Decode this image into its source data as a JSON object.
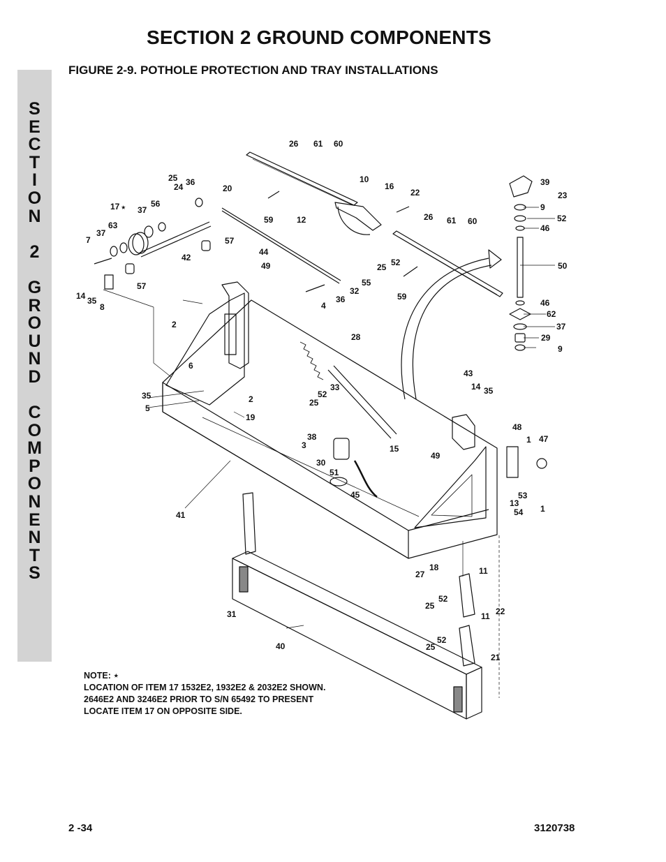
{
  "header": {
    "section_title": "SECTION 2   GROUND COMPONENTS",
    "figure_title": "FIGURE 2-9.   POTHOLE PROTECTION AND TRAY INSTALLATIONS"
  },
  "side_tab": {
    "lines": [
      "S",
      "E",
      "C",
      "T",
      "I",
      "O",
      "N",
      "",
      "2",
      "",
      "G",
      "R",
      "O",
      "U",
      "N",
      "D",
      "",
      "C",
      "O",
      "M",
      "P",
      "O",
      "N",
      "E",
      "N",
      "T",
      "S"
    ]
  },
  "callouts": [
    "26",
    "61",
    "60",
    "25",
    "36",
    "24",
    "20",
    "10",
    "16",
    "22",
    "17",
    "37",
    "56",
    "59",
    "12",
    "26",
    "61",
    "60",
    "39",
    "23",
    "9",
    "52",
    "46",
    "7",
    "37",
    "63",
    "57",
    "42",
    "44",
    "49",
    "25",
    "52",
    "50",
    "14",
    "35",
    "8",
    "57",
    "4",
    "36",
    "32",
    "55",
    "59",
    "46",
    "62",
    "37",
    "29",
    "9",
    "2",
    "28",
    "6",
    "43",
    "14",
    "35",
    "33",
    "52",
    "25",
    "35",
    "5",
    "2",
    "19",
    "48",
    "1",
    "47",
    "38",
    "3",
    "15",
    "49",
    "30",
    "51",
    "53",
    "13",
    "54",
    "1",
    "45",
    "41",
    "18",
    "27",
    "11",
    "52",
    "25",
    "22",
    "31",
    "11",
    "52",
    "25",
    "21",
    "40"
  ],
  "note": {
    "label": "NOTE:",
    "lines": [
      "LOCATION OF ITEM 17 1532E2, 1932E2 & 2032E2 SHOWN.",
      "2646E2 AND 3246E2 PRIOR TO S/N 65492 TO PRESENT",
      "LOCATE ITEM 17 ON OPPOSITE SIDE."
    ]
  },
  "footer": {
    "page_number": "2 -34",
    "doc_number": "3120738"
  }
}
